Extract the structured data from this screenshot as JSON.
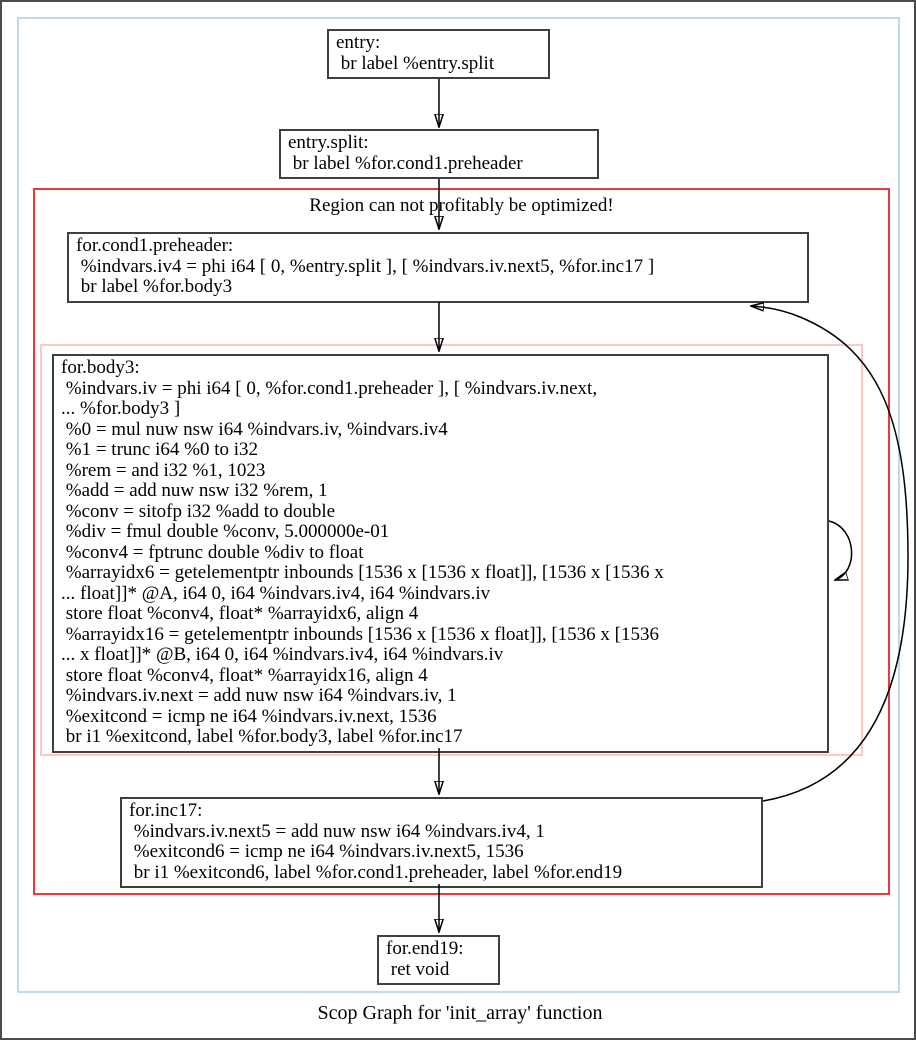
{
  "labels": {
    "title": "Scop Graph for 'init_array' function",
    "region_warning": "Region can not profitably be optimized!"
  },
  "nodes": {
    "entry": {
      "name": "entry",
      "text": "entry:\n br label %entry.split"
    },
    "entry_split": {
      "name": "entry.split",
      "text": "entry.split:\n br label %for.cond1.preheader"
    },
    "for_cond1_preheader": {
      "name": "for.cond1.preheader",
      "text": "for.cond1.preheader:\n %indvars.iv4 = phi i64 [ 0, %entry.split ], [ %indvars.iv.next5, %for.inc17 ]\n br label %for.body3"
    },
    "for_body3": {
      "name": "for.body3",
      "text": "for.body3:\n %indvars.iv = phi i64 [ 0, %for.cond1.preheader ], [ %indvars.iv.next,\n... %for.body3 ]\n %0 = mul nuw nsw i64 %indvars.iv, %indvars.iv4\n %1 = trunc i64 %0 to i32\n %rem = and i32 %1, 1023\n %add = add nuw nsw i32 %rem, 1\n %conv = sitofp i32 %add to double\n %div = fmul double %conv, 5.000000e-01\n %conv4 = fptrunc double %div to float\n %arrayidx6 = getelementptr inbounds [1536 x [1536 x float]], [1536 x [1536 x\n... float]]* @A, i64 0, i64 %indvars.iv4, i64 %indvars.iv\n store float %conv4, float* %arrayidx6, align 4\n %arrayidx16 = getelementptr inbounds [1536 x [1536 x float]], [1536 x [1536\n... x float]]* @B, i64 0, i64 %indvars.iv4, i64 %indvars.iv\n store float %conv4, float* %arrayidx16, align 4\n %indvars.iv.next = add nuw nsw i64 %indvars.iv, 1\n %exitcond = icmp ne i64 %indvars.iv.next, 1536\n br i1 %exitcond, label %for.body3, label %for.inc17"
    },
    "for_inc17": {
      "name": "for.inc17",
      "text": "for.inc17:\n %indvars.iv.next5 = add nuw nsw i64 %indvars.iv4, 1\n %exitcond6 = icmp ne i64 %indvars.iv.next5, 1536\n br i1 %exitcond6, label %for.cond1.preheader, label %for.end19"
    },
    "for_end19": {
      "name": "for.end19",
      "text": "for.end19:\n ret void"
    }
  },
  "edges": [
    {
      "from": "entry",
      "to": "entry.split"
    },
    {
      "from": "entry.split",
      "to": "for.cond1.preheader"
    },
    {
      "from": "for.cond1.preheader",
      "to": "for.body3"
    },
    {
      "from": "for.body3",
      "to": "for.body3"
    },
    {
      "from": "for.body3",
      "to": "for.inc17"
    },
    {
      "from": "for.inc17",
      "to": "for.cond1.preheader"
    },
    {
      "from": "for.inc17",
      "to": "for.end19"
    }
  ],
  "colors": {
    "region_border": "#e83a3e",
    "inner_region_border": "#ffc6c6",
    "cluster_border": "#bdd9ed",
    "node_border": "#3f3f3f",
    "edge": "#000000",
    "background": "#ffffff"
  }
}
